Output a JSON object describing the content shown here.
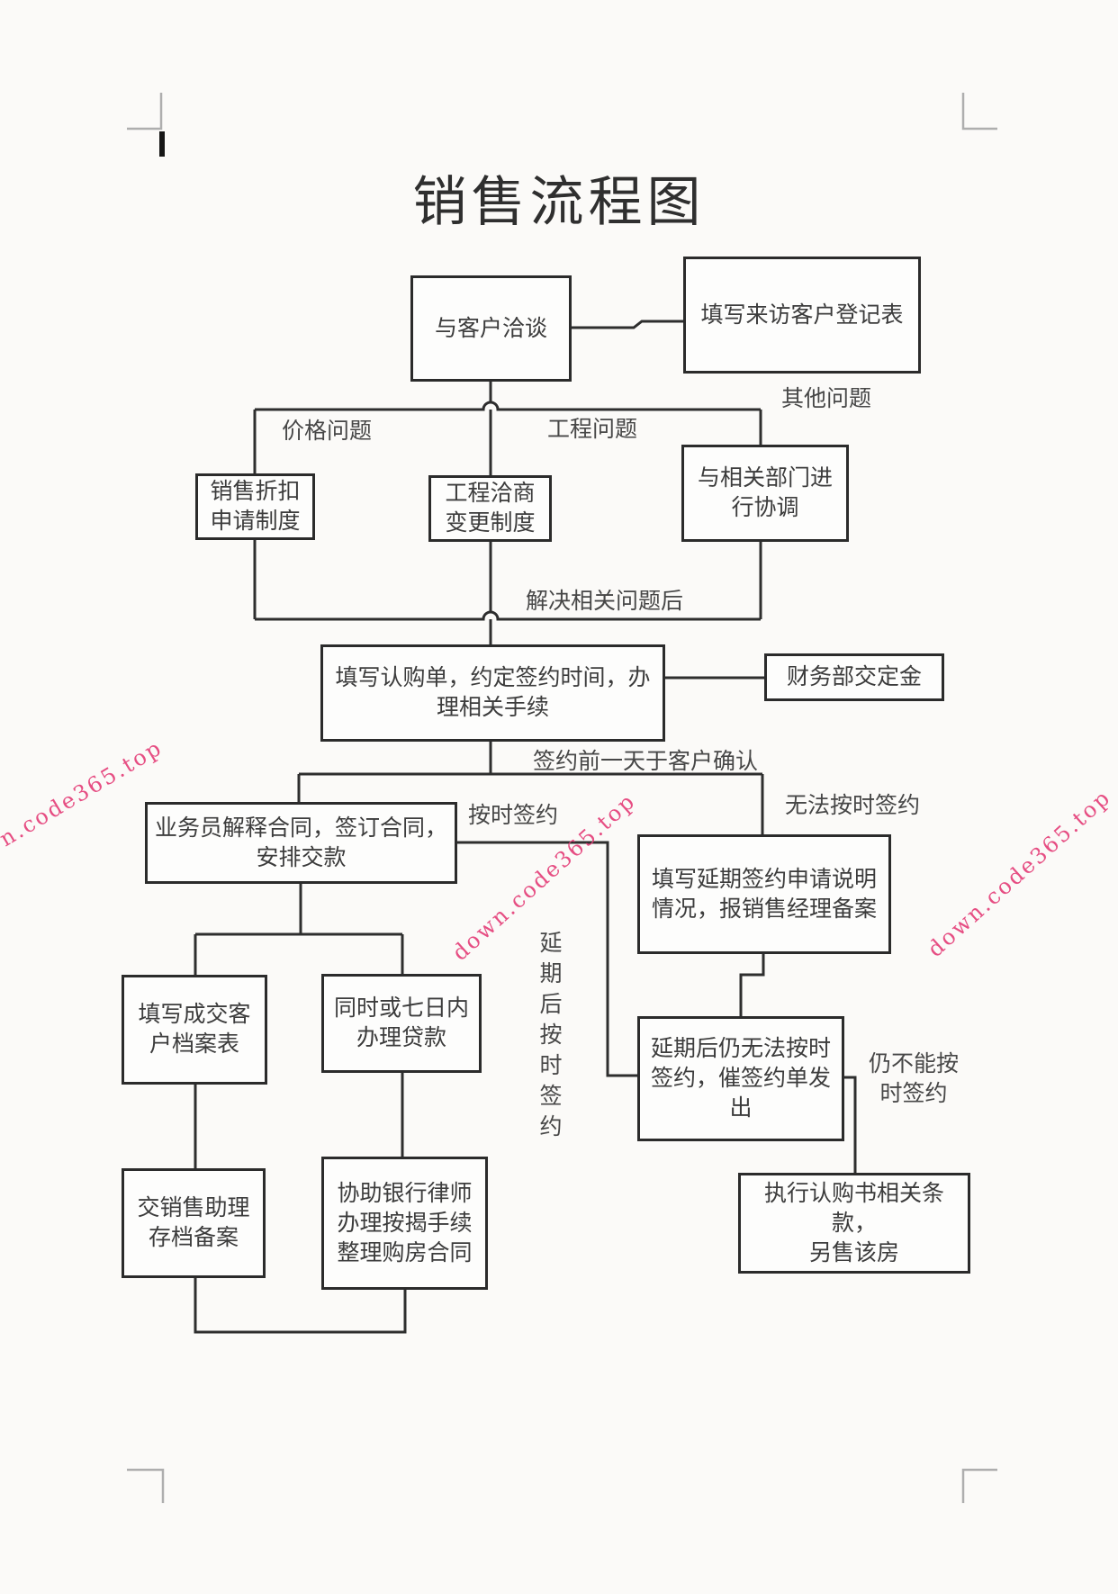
{
  "page": {
    "title": "销售流程图",
    "watermark": "down.code365.top",
    "watermark_color": "#e5407a"
  },
  "nodes": {
    "negotiate": {
      "lines": [
        "与客户洽谈"
      ]
    },
    "register": {
      "lines": [
        "填写来访客户登记表"
      ]
    },
    "discount": {
      "lines": [
        "销售折扣",
        "申请制度"
      ]
    },
    "engineering": {
      "lines": [
        "工程洽商",
        "变更制度"
      ]
    },
    "coordinate": {
      "lines": [
        "与相关部门进",
        "行协调"
      ]
    },
    "subscription": {
      "lines": [
        "填写认购单，约定签约时间，办",
        "理相关手续"
      ]
    },
    "deposit": {
      "lines": [
        "财务部交定金"
      ]
    },
    "contract": {
      "lines": [
        "业务员解释合同，签订合同，",
        "安排交款"
      ]
    },
    "delay_request": {
      "lines": [
        "填写延期签约申请说明",
        "情况，报销售经理备案"
      ]
    },
    "customer_file": {
      "lines": [
        "填写成交客",
        "户档案表"
      ]
    },
    "loan": {
      "lines": [
        "同时或七日内",
        "办理贷款"
      ]
    },
    "archive": {
      "lines": [
        "交销售助理",
        "存档备案"
      ]
    },
    "mortgage": {
      "lines": [
        "协助银行律师",
        "办理按揭手续",
        "整理购房合同"
      ]
    },
    "urge": {
      "lines": [
        "延期后仍无法按时",
        "签约，催签约单发",
        "出"
      ]
    },
    "resell": {
      "lines": [
        "执行认购书相关条款，",
        "另售该房"
      ]
    }
  },
  "labels": {
    "price_issue": "价格问题",
    "engineering_issue": "工程问题",
    "other_issue": "其他问题",
    "after_resolve": "解决相关问题后",
    "confirm_before": "签约前一天于客户确认",
    "on_time": "按时签约",
    "not_on_time": "无法按时签约",
    "delay_on_time": "延期后按时签约",
    "still_not_line1": "仍不能按",
    "still_not_line2": "时签约"
  }
}
